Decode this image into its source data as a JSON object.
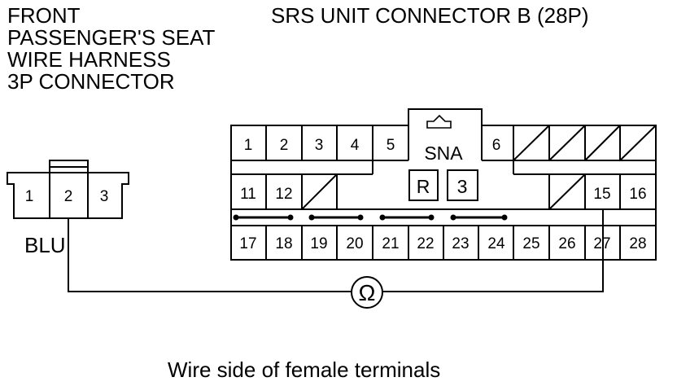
{
  "left_title": [
    "FRONT",
    "PASSENGER'S SEAT",
    "WIRE HARNESS",
    "3P CONNECTOR"
  ],
  "right_title": "SRS UNIT CONNECTOR B (28P)",
  "wire_color": "BLU",
  "caption": "Wire side of female terminals",
  "connector_3p": {
    "pins": [
      "1",
      "2",
      "3"
    ]
  },
  "connector_28p": {
    "top_row": [
      "1",
      "2",
      "3",
      "4",
      "5",
      "6"
    ],
    "middle_row": [
      "11",
      "12",
      "15",
      "16"
    ],
    "bottom_row": [
      "17",
      "18",
      "19",
      "20",
      "21",
      "22",
      "23",
      "24",
      "25",
      "26",
      "27",
      "28"
    ],
    "center_label": "SNA",
    "center_marks": [
      "R",
      "3"
    ]
  },
  "meter_symbol": "Ω"
}
